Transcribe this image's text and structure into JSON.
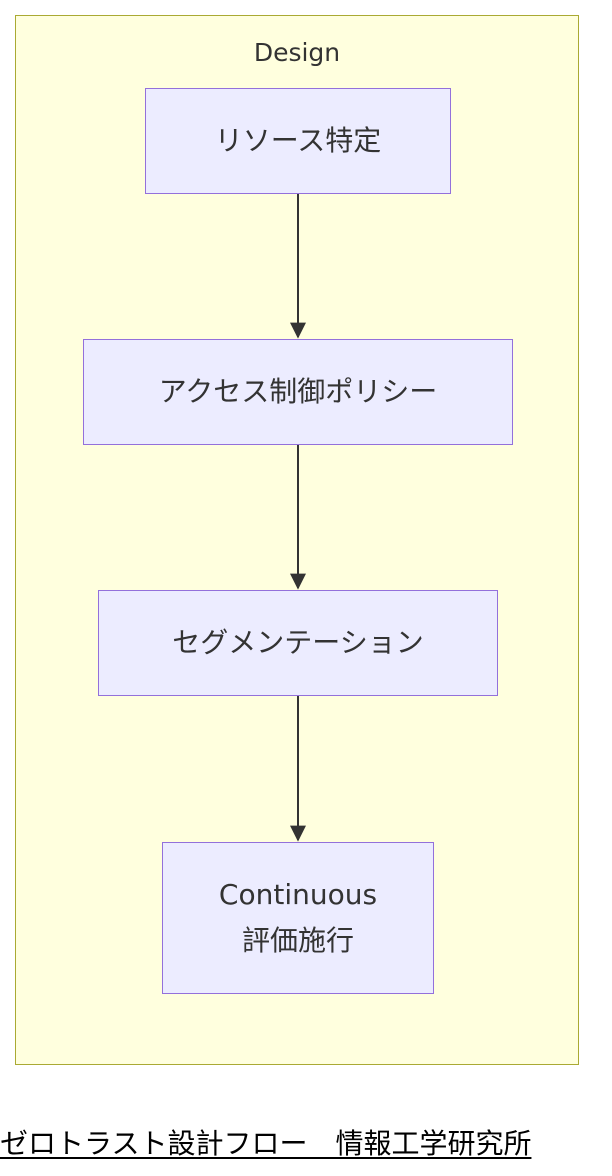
{
  "cluster": {
    "label": "Design",
    "background": "#ffffde",
    "border": "#aaaa33"
  },
  "nodes": [
    {
      "id": "resource",
      "lines": [
        "リソース特定"
      ]
    },
    {
      "id": "policy",
      "lines": [
        "アクセス制御ポリシー"
      ]
    },
    {
      "id": "segmentation",
      "lines": [
        "セグメンテーション"
      ]
    },
    {
      "id": "continuous",
      "lines": [
        "Continuous",
        "評価施行"
      ]
    }
  ],
  "edges": [
    {
      "from": "resource",
      "to": "policy"
    },
    {
      "from": "policy",
      "to": "segmentation"
    },
    {
      "from": "segmentation",
      "to": "continuous"
    }
  ],
  "node_style": {
    "fill": "#ececff",
    "stroke": "#9370db"
  },
  "edge_color": "#333333",
  "caption": "ゼロトラスト設計フロー　情報工学研究所"
}
